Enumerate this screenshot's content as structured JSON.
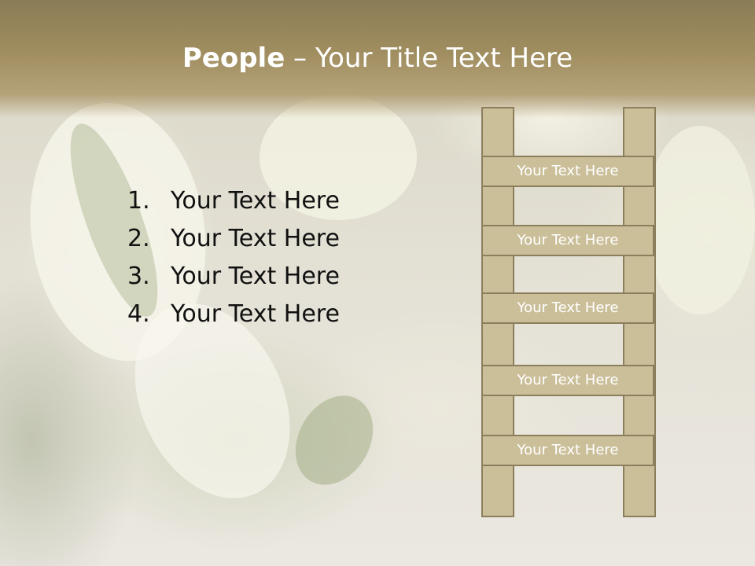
{
  "title": {
    "bold": "People",
    "rest": " – Your Title Text Here"
  },
  "list_items": [
    {
      "num": "1.",
      "text": "Your Text Here"
    },
    {
      "num": "2.",
      "text": "Your Text Here"
    },
    {
      "num": "3.",
      "text": "Your Text Here"
    },
    {
      "num": "4.",
      "text": "Your Text Here"
    }
  ],
  "ladder_rungs": [
    "Your Text Here",
    "Your Text Here",
    "Your Text Here",
    "Your Text Here",
    "Your Text Here"
  ],
  "colors": {
    "title_band": "#a08e60",
    "ladder_fill": "#cbbf9a",
    "ladder_border": "#8c7e5c",
    "title_text": "#ffffff"
  }
}
